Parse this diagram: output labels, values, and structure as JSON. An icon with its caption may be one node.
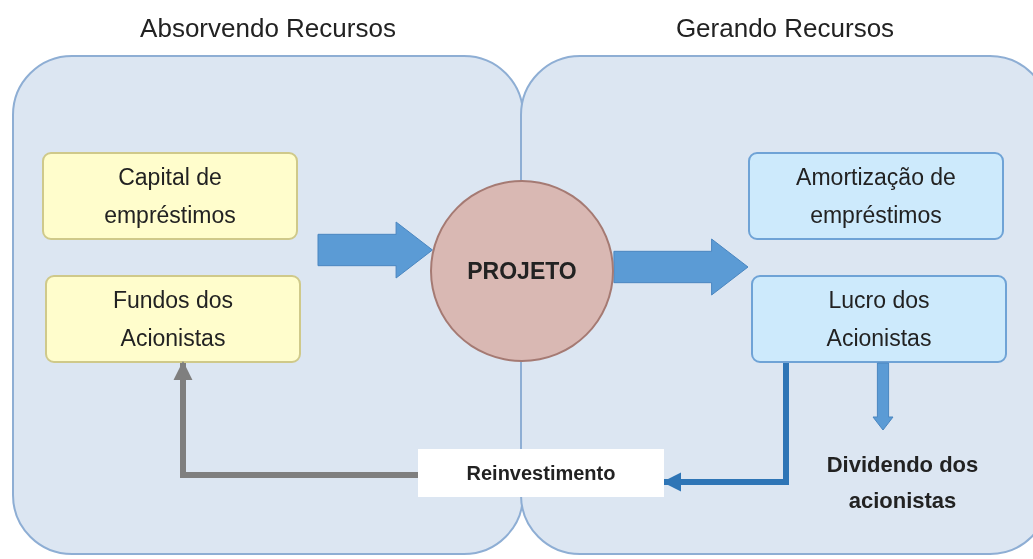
{
  "diagram": {
    "nodes": [
      {
        "text": [
          "Absorvendo Recursos"
        ]
      },
      {
        "text": [
          "Gerando Recursos"
        ]
      },
      {
        "text": [
          "Capital de empréstimos"
        ],
        "in": 0
      },
      {
        "text": [
          "Fundos dos Acionistas"
        ],
        "in": 0
      },
      {
        "text": [
          "PROJETO"
        ]
      },
      {
        "text": [
          "Amortização de empréstimos"
        ],
        "in": 1
      },
      {
        "text": [
          "Lucro dos Acionistas"
        ],
        "in": 1
      },
      {
        "text": [
          "Reinvestimento"
        ]
      },
      {
        "text": [
          "Dividendo dos acionistas"
        ],
        "in": 1
      }
    ],
    "edges": [
      {
        "from": null,
        "to": 4,
        "arrow": "to"
      },
      {
        "from": 4,
        "to": null,
        "arrow": "to"
      },
      {
        "from": 6,
        "to": 8,
        "arrow": "to"
      },
      {
        "from": 6,
        "to": 7,
        "arrow": "to",
        "color": "#2e75b6"
      },
      {
        "from": 7,
        "to": 3,
        "arrow": "to",
        "color": "#7f7f7f"
      }
    ]
  }
}
